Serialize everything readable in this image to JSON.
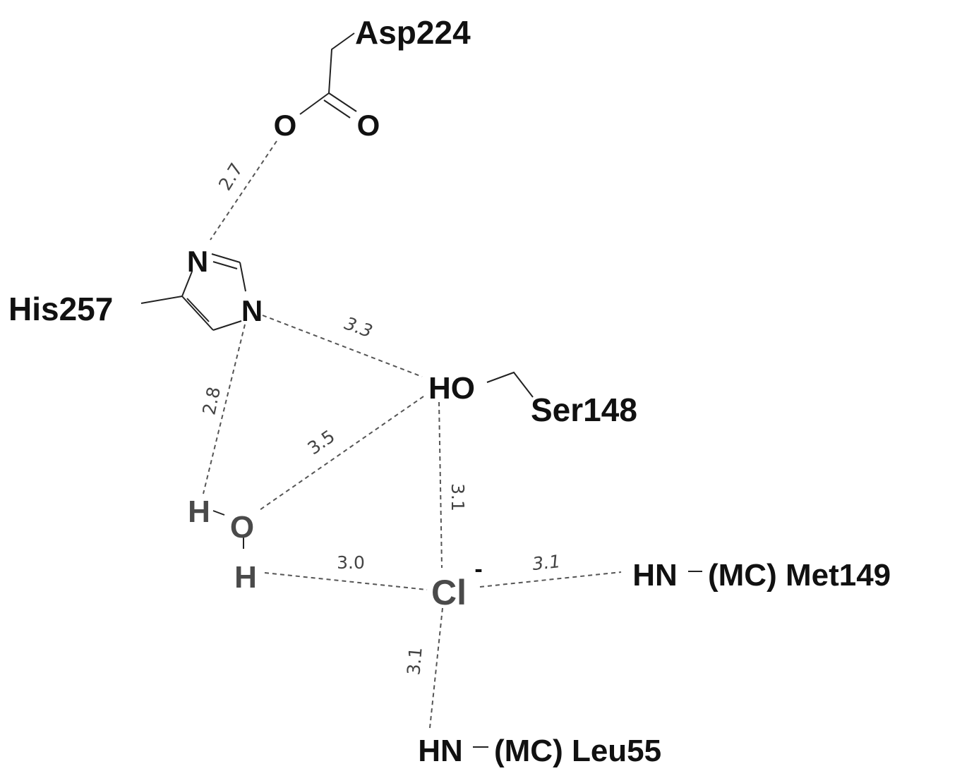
{
  "residues": {
    "asp": "Asp224",
    "his": "His257",
    "ser": "Ser148",
    "met": "(MC) Met149",
    "leu": "(MC) Leu55"
  },
  "atoms": {
    "o_left": "O",
    "o_right": "O",
    "n_top": "N",
    "n_bottom": "N",
    "ser_oh": "HO",
    "water_h1": "H",
    "water_o": "O",
    "water_h2": "H",
    "chloride": "Cl",
    "chloride_charge": "-",
    "met_hn": "HN",
    "leu_hn": "HN"
  },
  "distances": {
    "o_his": "2.7",
    "his_ser": "3.3",
    "his_water": "2.8",
    "ser_water": "3.5",
    "ser_cl": "3.1",
    "water_cl": "3.0",
    "cl_met": "3.1",
    "cl_leu": "3.1"
  }
}
